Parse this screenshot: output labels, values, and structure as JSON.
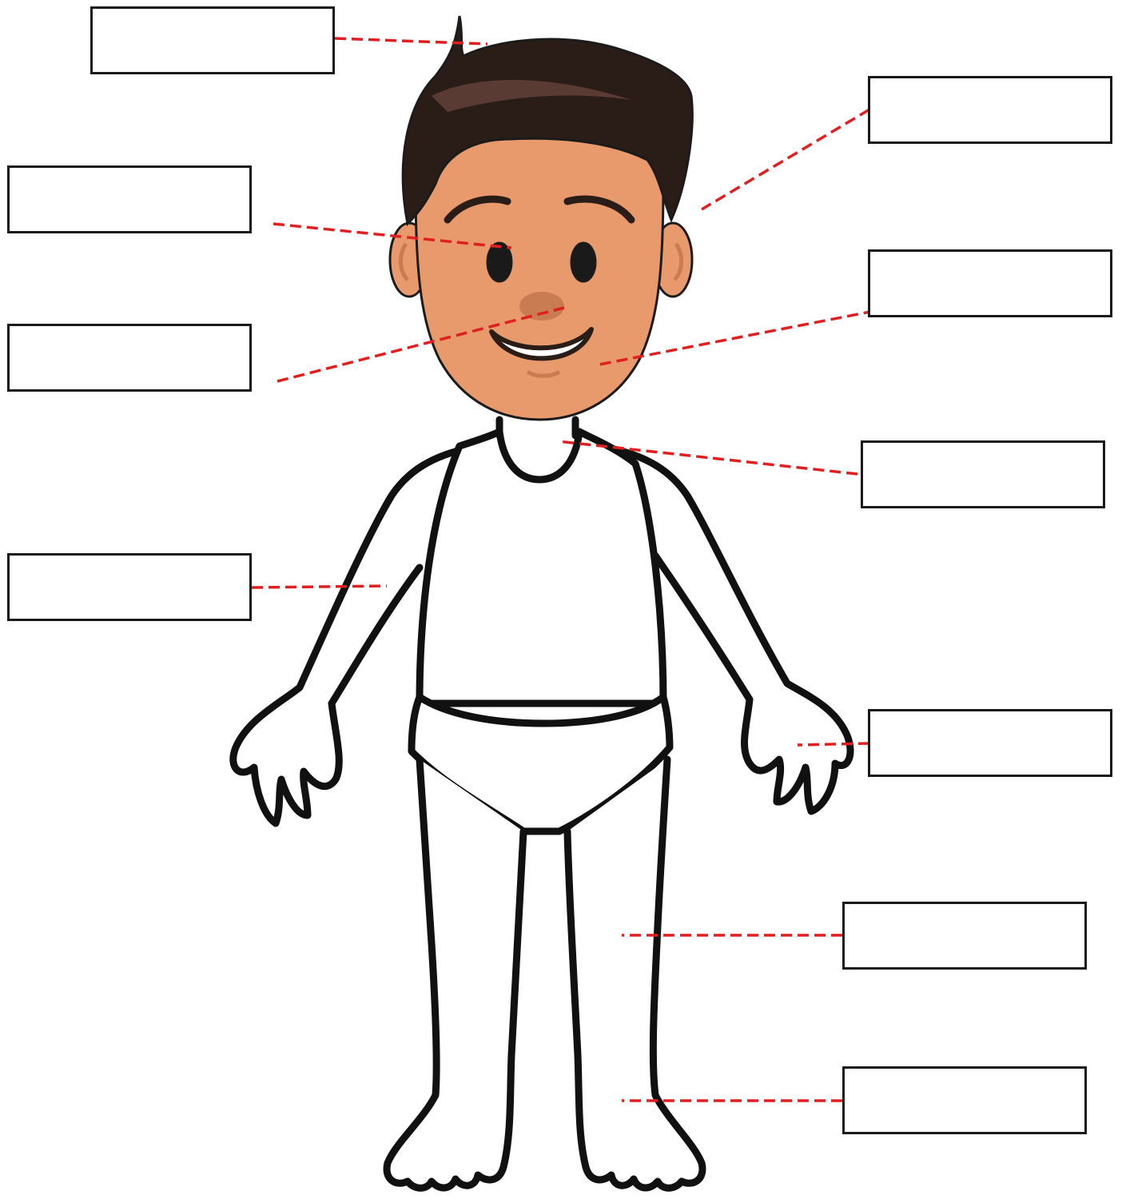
{
  "worksheet": {
    "colors": {
      "outline": "#111111",
      "skin": "#E89A6C",
      "skin_shade": "#C97B52",
      "hair": "#2A1D17",
      "hair_highlight": "#5A3B33",
      "leader_line": "#E02020",
      "box_border": "#1a1a1a"
    },
    "label_boxes": [
      {
        "id": "hair",
        "answer": ""
      },
      {
        "id": "eye",
        "answer": ""
      },
      {
        "id": "nose",
        "answer": ""
      },
      {
        "id": "arm",
        "answer": ""
      },
      {
        "id": "ear",
        "answer": ""
      },
      {
        "id": "mouth",
        "answer": ""
      },
      {
        "id": "neck",
        "answer": ""
      },
      {
        "id": "hand",
        "answer": ""
      },
      {
        "id": "leg",
        "answer": ""
      },
      {
        "id": "foot",
        "answer": ""
      }
    ]
  }
}
